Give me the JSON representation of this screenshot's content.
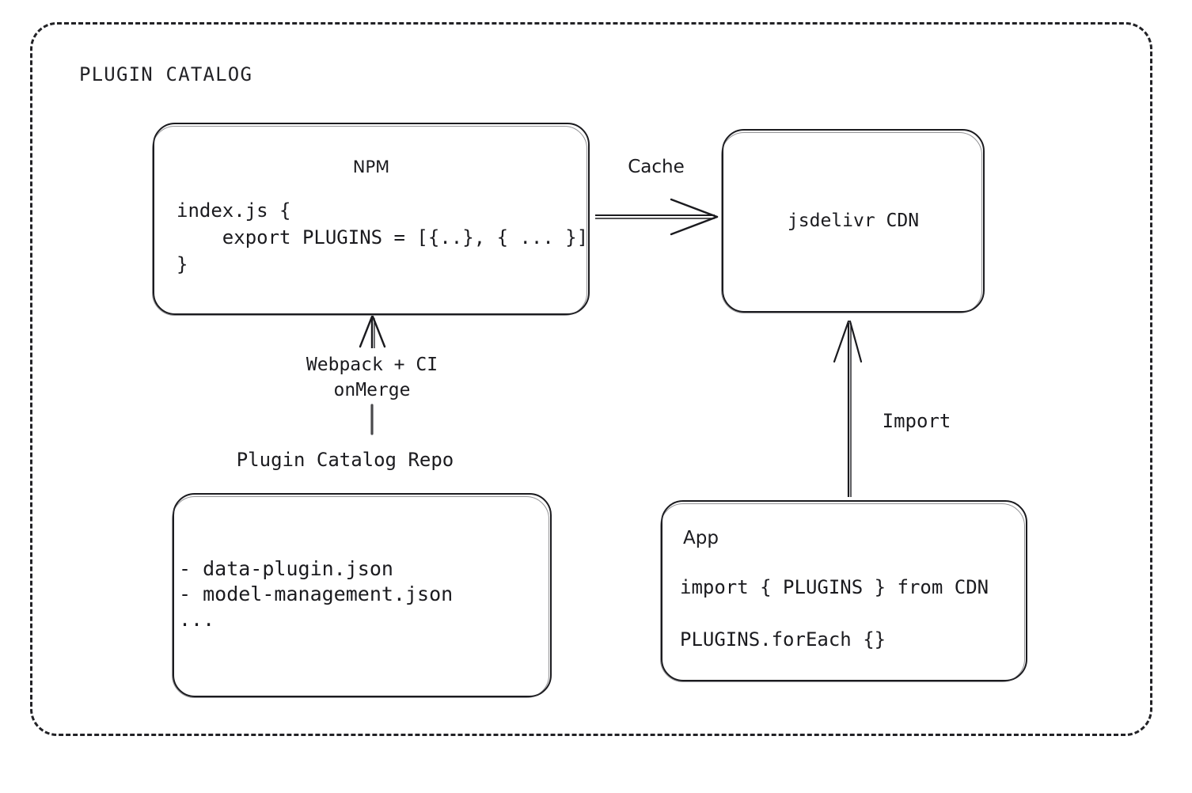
{
  "frame": {
    "title": "PLUGIN CATALOG",
    "style": "dashed-rounded-container"
  },
  "nodes": {
    "npm": {
      "title": "NPM",
      "code": "index.js {\n    export PLUGINS = [{..}, { ... }]\n}"
    },
    "cdn": {
      "label": "jsdelivr CDN"
    },
    "repo": {
      "caption": "Plugin Catalog Repo",
      "code": "- data-plugin.json\n- model-management.json\n..."
    },
    "app": {
      "title": "App",
      "line1": "import { PLUGINS } from CDN",
      "line2": "PLUGINS.forEach {}"
    }
  },
  "edges": {
    "npm_to_cdn": {
      "label": "Cache",
      "from": "npm",
      "to": "cdn",
      "direction": "right"
    },
    "repo_to_npm": {
      "label": "Webpack + CI\nonMerge",
      "label_line1": "Webpack + CI",
      "label_line2": "onMerge",
      "from": "repo",
      "to": "npm",
      "direction": "up"
    },
    "app_to_cdn": {
      "label": "Import",
      "from": "app",
      "to": "cdn",
      "direction": "up"
    }
  },
  "colors": {
    "stroke": "#1b1b1f",
    "text": "#1b1b1f",
    "background": "#ffffff",
    "frame_border": "#222226"
  }
}
